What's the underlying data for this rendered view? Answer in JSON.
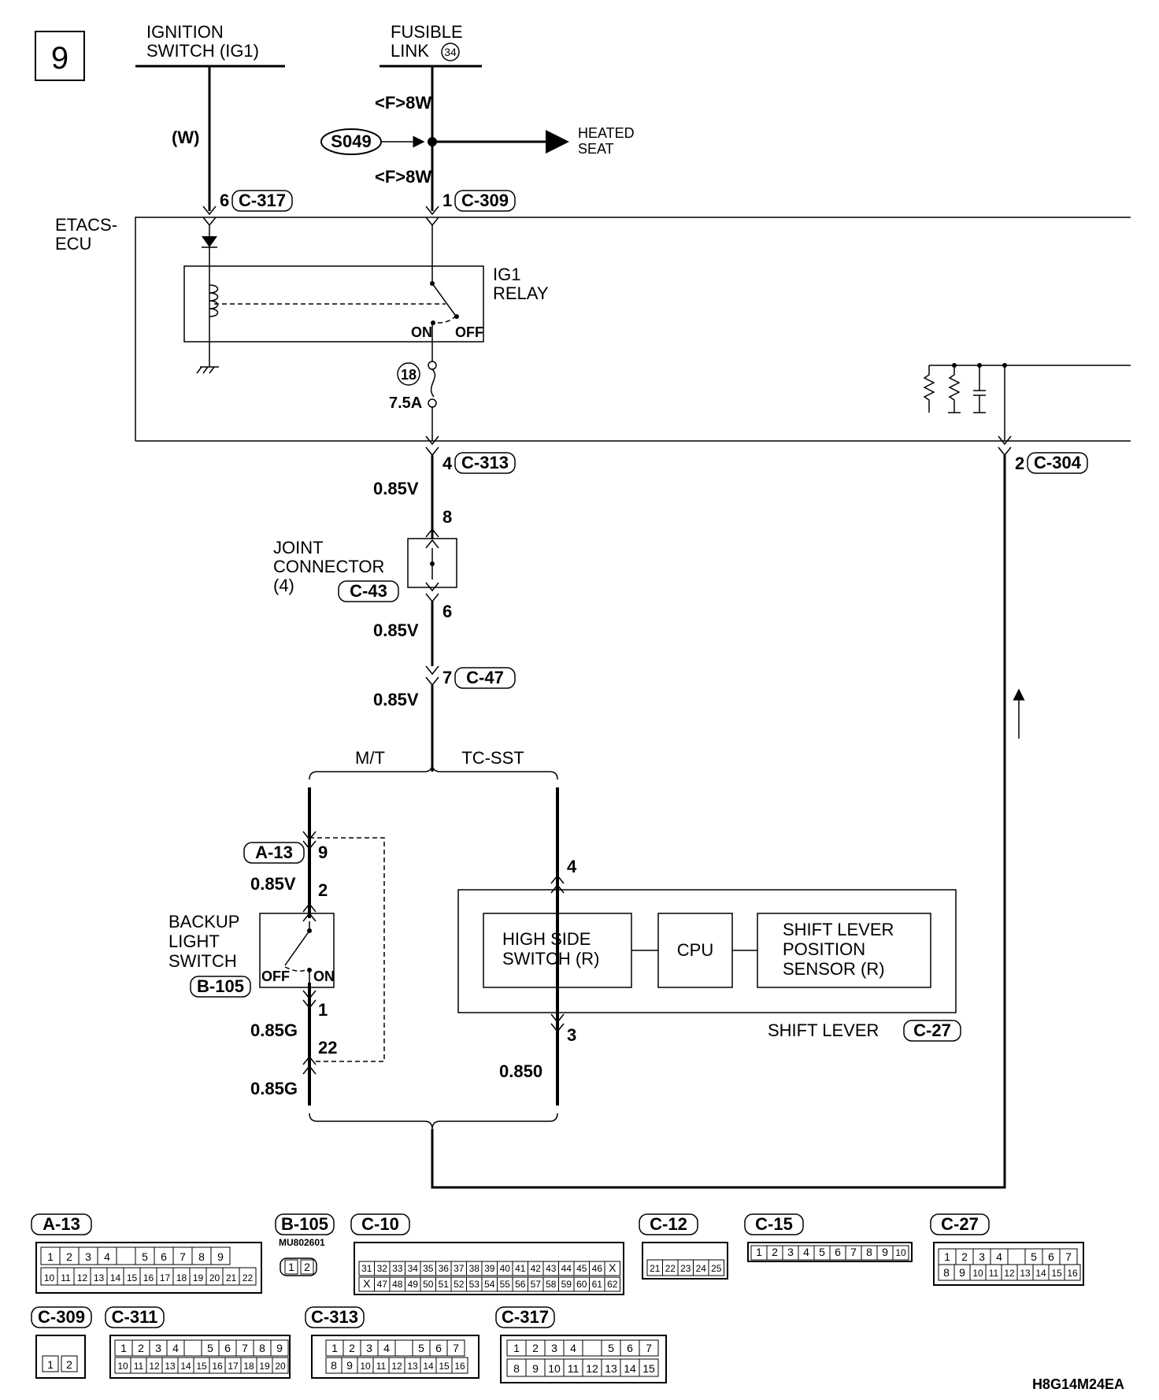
{
  "page_number": "9",
  "diagram_code": "H8G14M24EA",
  "sources": {
    "ignition_switch": "IGNITION\nSWITCH (IG1)",
    "fusible_link": "FUSIBLE\nLINK",
    "fusible_link_number": "34"
  },
  "wires": {
    "ign_color": "(W)",
    "fl_top": "<F>8W",
    "fl_bottom": "<F>8W",
    "c313_c47": "0.85V",
    "jc_out": "0.85V",
    "c47_out": "0.85V",
    "a13_b105": "0.85V",
    "b105_out": "0.85G",
    "a13_out": "0.85G",
    "c27_out": "0.850"
  },
  "splice": {
    "id": "S049",
    "dest": "HEATED\nSEAT"
  },
  "connectors": {
    "c317": {
      "pin": "6",
      "id": "C-317"
    },
    "c309": {
      "pin": "1",
      "id": "C-309"
    },
    "c313": {
      "pin": "4",
      "id": "C-313"
    },
    "c304": {
      "pin": "2",
      "id": "C-304"
    },
    "c43": {
      "pin_in": "8",
      "pin_out": "6",
      "id": "C-43"
    },
    "c47": {
      "pin": "7",
      "id": "C-47"
    },
    "a13": {
      "id": "A-13",
      "pin_in": "9",
      "pin_out": "22"
    },
    "b105": {
      "id": "B-105",
      "pin_in": "2",
      "pin_out": "1"
    },
    "c27": {
      "id": "C-27",
      "pin_in": "4",
      "pin_out": "3"
    }
  },
  "ecu": {
    "label": "ETACS-\nECU",
    "relay_label": "IG1\nRELAY",
    "on": "ON",
    "off": "OFF",
    "fuse_number": "18",
    "fuse_rating": "7.5A"
  },
  "joint_connector": {
    "label": "JOINT\nCONNECTOR\n(4)"
  },
  "branches": {
    "mt": "M/T",
    "tcsst": "TC-SST"
  },
  "backup_light_switch": {
    "label": "BACKUP\nLIGHT\nSWITCH",
    "off": "OFF",
    "on": "ON"
  },
  "shift_lever": {
    "label": "SHIFT LEVER",
    "high_side": "HIGH SIDE\nSWITCH (R)",
    "cpu": "CPU",
    "sensor": "SHIFT LEVER\nPOSITION\nSENSOR (R)"
  },
  "connector_views": {
    "a13": {
      "id": "A-13",
      "row1": [
        "1",
        "2",
        "3",
        "4",
        "",
        "5",
        "6",
        "7",
        "8",
        "9"
      ],
      "row2": [
        "10",
        "11",
        "12",
        "13",
        "14",
        "15",
        "16",
        "17",
        "18",
        "19",
        "20",
        "21",
        "22"
      ]
    },
    "b105": {
      "id": "B-105",
      "part": "MU802601",
      "pins": [
        "1",
        "2"
      ]
    },
    "c10": {
      "id": "C-10",
      "row1": [
        "31",
        "32",
        "33",
        "34",
        "35",
        "36",
        "37",
        "38",
        "39",
        "40",
        "41",
        "42",
        "43",
        "44",
        "45",
        "46",
        "X"
      ],
      "row2": [
        "X",
        "47",
        "48",
        "49",
        "50",
        "51",
        "52",
        "53",
        "54",
        "55",
        "56",
        "57",
        "58",
        "59",
        "60",
        "61",
        "62"
      ]
    },
    "c12": {
      "id": "C-12",
      "row1": [
        "21",
        "22",
        "23",
        "24",
        "25"
      ]
    },
    "c15": {
      "id": "C-15",
      "row1": [
        "1",
        "2",
        "3",
        "4",
        "5",
        "6",
        "7",
        "8",
        "9",
        "10"
      ]
    },
    "c27": {
      "id": "C-27",
      "row1": [
        "1",
        "2",
        "3",
        "4",
        "",
        "5",
        "6",
        "7"
      ],
      "row2": [
        "8",
        "9",
        "10",
        "11",
        "12",
        "13",
        "14",
        "15",
        "16"
      ]
    },
    "c309": {
      "id": "C-309",
      "pins": [
        "1",
        "2"
      ]
    },
    "c311": {
      "id": "C-311",
      "row1": [
        "1",
        "2",
        "3",
        "4",
        "",
        "5",
        "6",
        "7",
        "8",
        "9"
      ],
      "row2": [
        "10",
        "11",
        "12",
        "13",
        "14",
        "15",
        "16",
        "17",
        "18",
        "19",
        "20"
      ]
    },
    "c313": {
      "id": "C-313",
      "row1": [
        "1",
        "2",
        "3",
        "4",
        "",
        "5",
        "6",
        "7"
      ],
      "row2": [
        "8",
        "9",
        "10",
        "11",
        "12",
        "13",
        "14",
        "15",
        "16"
      ]
    },
    "c317": {
      "id": "C-317",
      "row1": [
        "1",
        "2",
        "3",
        "4",
        "",
        "5",
        "6",
        "7"
      ],
      "row2": [
        "8",
        "9",
        "10",
        "11",
        "12",
        "13",
        "14",
        "15"
      ]
    }
  }
}
